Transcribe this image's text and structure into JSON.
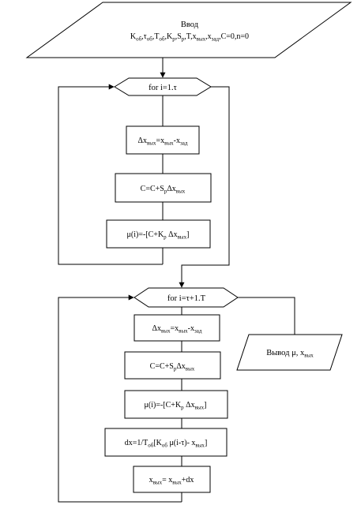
{
  "input_block": {
    "title": "Ввод",
    "params_line": [
      {
        "t": "K"
      },
      {
        "t": "об",
        "sub": true
      },
      {
        "t": ",τ"
      },
      {
        "t": "об",
        "sub": true
      },
      {
        "t": ",T"
      },
      {
        "t": "об",
        "sub": true
      },
      {
        "t": ",K"
      },
      {
        "t": "р",
        "sub": true
      },
      {
        "t": ",S"
      },
      {
        "t": "р",
        "sub": true
      },
      {
        "t": ",T,x"
      },
      {
        "t": "вых",
        "sub": true
      },
      {
        "t": ",x"
      },
      {
        "t": "зад",
        "sub": true
      },
      {
        "t": ",C=0,n=0"
      }
    ]
  },
  "loop1": {
    "header": [
      {
        "t": "for i=1.τ"
      }
    ],
    "steps": [
      [
        {
          "t": "Δx"
        },
        {
          "t": "вых",
          "sub": true
        },
        {
          "t": "=x"
        },
        {
          "t": "вых",
          "sub": true
        },
        {
          "t": "-x"
        },
        {
          "t": "зад",
          "sub": true
        }
      ],
      [
        {
          "t": "C=C+S"
        },
        {
          "t": "р",
          "sub": true
        },
        {
          "t": "Δx"
        },
        {
          "t": "вых",
          "sub": true
        }
      ],
      [
        {
          "t": "μ(i)=-[C+K"
        },
        {
          "t": "р",
          "sub": true
        },
        {
          "t": "  Δx"
        },
        {
          "t": "вых",
          "sub": true
        },
        {
          "t": "]"
        }
      ]
    ]
  },
  "loop2": {
    "header": [
      {
        "t": "for i=τ+1.T"
      }
    ],
    "steps": [
      [
        {
          "t": "Δx"
        },
        {
          "t": "вых",
          "sub": true
        },
        {
          "t": "=x"
        },
        {
          "t": "вых",
          "sub": true
        },
        {
          "t": "-x"
        },
        {
          "t": "зад",
          "sub": true
        }
      ],
      [
        {
          "t": "C=C+S"
        },
        {
          "t": "р",
          "sub": true
        },
        {
          "t": "Δx"
        },
        {
          "t": "вых",
          "sub": true
        }
      ],
      [
        {
          "t": "μ(i)=-[C+K"
        },
        {
          "t": "р",
          "sub": true
        },
        {
          "t": "  Δx"
        },
        {
          "t": "вых",
          "sub": true
        },
        {
          "t": "]"
        }
      ],
      [
        {
          "t": "dx=1/T"
        },
        {
          "t": "об",
          "sub": true
        },
        {
          "t": "[K"
        },
        {
          "t": "об",
          "sub": true
        },
        {
          "t": " μ(i-τ)-  x"
        },
        {
          "t": "вых",
          "sub": true
        },
        {
          "t": "]"
        }
      ],
      [
        {
          "t": "x"
        },
        {
          "t": "вых",
          "sub": true
        },
        {
          "t": "= x"
        },
        {
          "t": "вых",
          "sub": true
        },
        {
          "t": "+dx"
        }
      ]
    ]
  },
  "output_block": [
    {
      "t": "Вывод μ, x"
    },
    {
      "t": "вых",
      "sub": true
    }
  ]
}
